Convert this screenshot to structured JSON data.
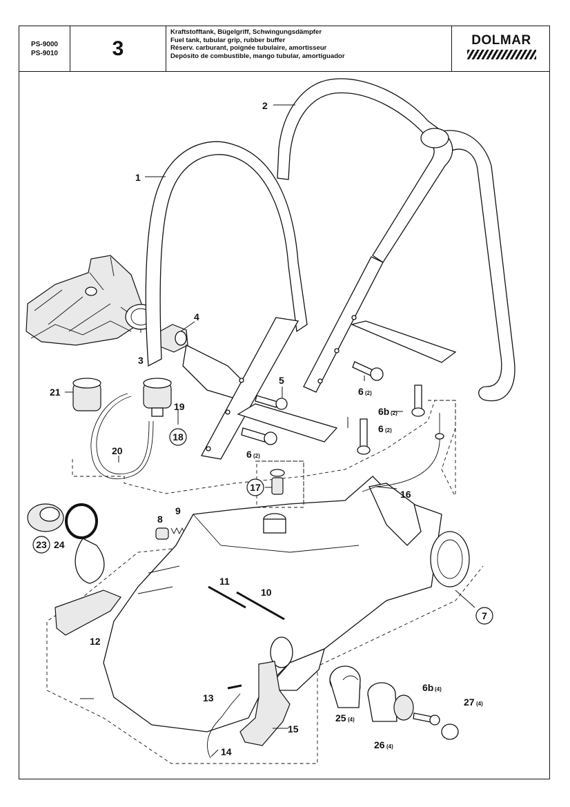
{
  "header": {
    "models": [
      "PS-9000",
      "PS-9010"
    ],
    "page_number": "3",
    "titles": [
      "Kraftstofftank, Bügelgriff, Schwingungsdämpfer",
      "Fuel tank, tubular grip, rubber buffer",
      "Réserv. carburant, poignée tubulaire, amortisseur",
      "Depósito de combustible, mango tubular, amortiguador"
    ],
    "brand": "DOLMAR"
  },
  "callouts": [
    {
      "id": "1",
      "label": "1",
      "qty": ""
    },
    {
      "id": "2",
      "label": "2",
      "qty": ""
    },
    {
      "id": "3",
      "label": "3",
      "qty": ""
    },
    {
      "id": "4",
      "label": "4",
      "qty": ""
    },
    {
      "id": "5",
      "label": "5",
      "qty": ""
    },
    {
      "id": "6a",
      "label": "6",
      "qty": "(2)"
    },
    {
      "id": "6b",
      "label": "6",
      "qty": "(2)"
    },
    {
      "id": "6c",
      "label": "6",
      "qty": "(2)"
    },
    {
      "id": "6bA",
      "label": "6b",
      "qty": "(2)"
    },
    {
      "id": "6bB",
      "label": "6b",
      "qty": "(4)"
    },
    {
      "id": "7",
      "label": "7",
      "qty": ""
    },
    {
      "id": "8",
      "label": "8",
      "qty": ""
    },
    {
      "id": "9",
      "label": "9",
      "qty": ""
    },
    {
      "id": "10",
      "label": "10",
      "qty": ""
    },
    {
      "id": "11",
      "label": "11",
      "qty": ""
    },
    {
      "id": "12",
      "label": "12",
      "qty": ""
    },
    {
      "id": "13",
      "label": "13",
      "qty": ""
    },
    {
      "id": "14",
      "label": "14",
      "qty": ""
    },
    {
      "id": "15",
      "label": "15",
      "qty": ""
    },
    {
      "id": "16",
      "label": "16",
      "qty": ""
    },
    {
      "id": "17",
      "label": "17",
      "qty": ""
    },
    {
      "id": "18",
      "label": "18",
      "qty": ""
    },
    {
      "id": "19",
      "label": "19",
      "qty": ""
    },
    {
      "id": "20",
      "label": "20",
      "qty": ""
    },
    {
      "id": "21",
      "label": "21",
      "qty": ""
    },
    {
      "id": "23",
      "label": "23",
      "qty": ""
    },
    {
      "id": "24",
      "label": "24",
      "qty": ""
    },
    {
      "id": "25",
      "label": "25",
      "qty": "(4)"
    },
    {
      "id": "26",
      "label": "26",
      "qty": "(4)"
    },
    {
      "id": "27",
      "label": "27",
      "qty": "(4)"
    }
  ]
}
